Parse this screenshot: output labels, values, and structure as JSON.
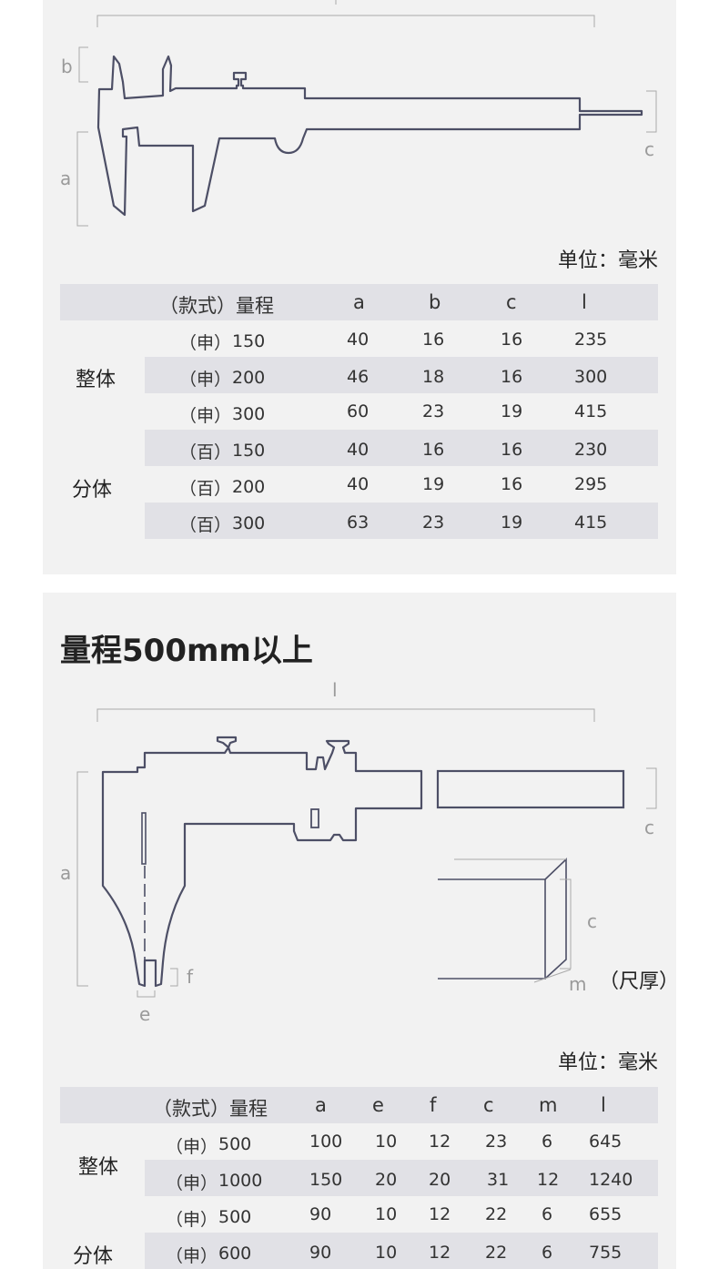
{
  "section1": {
    "diagram_labels": {
      "a": "a",
      "b": "b",
      "c": "c"
    },
    "unit": "单位：毫米",
    "headers": {
      "style_range": "（款式）量程",
      "a": "a",
      "b": "b",
      "c": "c",
      "l": "l"
    },
    "groups": [
      {
        "label": "整体"
      },
      {
        "label": "分体"
      }
    ],
    "rows": [
      {
        "style": "（申）",
        "range": "150",
        "a": "40",
        "b": "16",
        "c": "16",
        "l": "235"
      },
      {
        "style": "（申）",
        "range": "200",
        "a": "46",
        "b": "18",
        "c": "16",
        "l": "300"
      },
      {
        "style": "（申）",
        "range": "300",
        "a": "60",
        "b": "23",
        "c": "19",
        "l": "415"
      },
      {
        "style": "（百）",
        "range": "150",
        "a": "40",
        "b": "16",
        "c": "16",
        "l": "230"
      },
      {
        "style": "（百）",
        "range": "200",
        "a": "40",
        "b": "19",
        "c": "16",
        "l": "295"
      },
      {
        "style": "（百）",
        "range": "300",
        "a": "63",
        "b": "23",
        "c": "19",
        "l": "415"
      }
    ]
  },
  "section2": {
    "title": "量程500mm以上",
    "diagram_labels": {
      "l": "l",
      "a": "a",
      "c": "c",
      "c2": "c",
      "f": "f",
      "e": "e",
      "m": "m",
      "thickness": "（尺厚）"
    },
    "unit": "单位：毫米",
    "headers": {
      "style_range": "（款式）量程",
      "a": "a",
      "e": "e",
      "f": "f",
      "c": "c",
      "m": "m",
      "l": "l"
    },
    "groups": [
      {
        "label": "整体"
      },
      {
        "label": "分体"
      }
    ],
    "rows": [
      {
        "style": "（申）",
        "range": "500",
        "a": "100",
        "e": "10",
        "f": "12",
        "c": "23",
        "m": "6",
        "l": "645"
      },
      {
        "style": "（申）",
        "range": "1000",
        "a": "150",
        "e": "20",
        "f": "20",
        "c": "31",
        "m": "12",
        "l": "1240"
      },
      {
        "style": "（申）",
        "range": "500",
        "a": "90",
        "e": "10",
        "f": "12",
        "c": "22",
        "m": "6",
        "l": "655"
      },
      {
        "style": "（申）",
        "range": "600",
        "a": "90",
        "e": "10",
        "f": "12",
        "c": "22",
        "m": "6",
        "l": "755"
      }
    ]
  }
}
